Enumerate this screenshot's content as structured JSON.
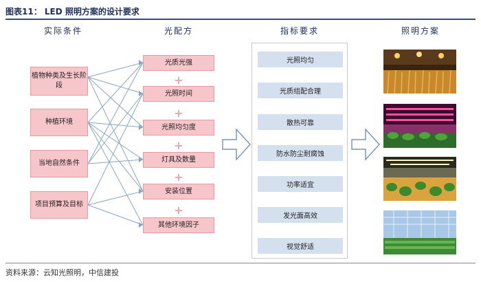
{
  "title": "图表11： LED 照明方案的设计要求",
  "columns": {
    "conditions": "实际条件",
    "light_config": "光配方",
    "indicators": "指标要求",
    "solutions": "照明方案"
  },
  "conditions": [
    "植物种类及生长阶段",
    "种植环境",
    "当地自然条件",
    "项目预算及目标"
  ],
  "light_config": [
    "光质光强",
    "光照时间",
    "光照均匀度",
    "灯具及数量",
    "安装位置",
    "其他环境因子"
  ],
  "indicators": [
    "光照均匀",
    "光质组配合理",
    "散热可靠",
    "防水防尘耐腐蚀",
    "功率适宜",
    "发光面高效",
    "视觉舒适"
  ],
  "source": "资料来源：云知光照明，中信建投",
  "colors": {
    "pink_fill": "#f7c6cb",
    "blue_fill": "#d5e0ef",
    "connector": "#8aa6c4",
    "title_rule": "#2c4f86"
  }
}
